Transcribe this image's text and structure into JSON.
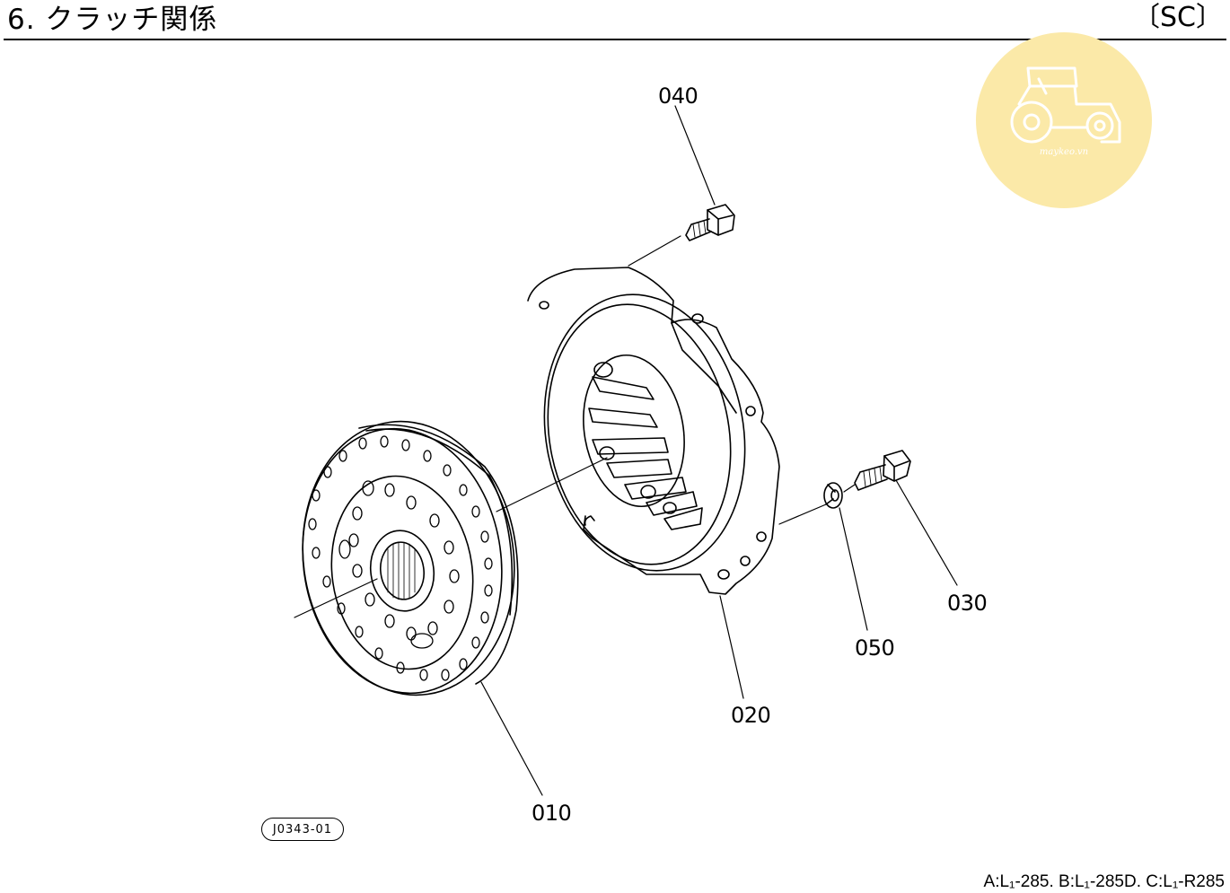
{
  "header": {
    "title": "6. クラッチ関係",
    "section_code": "〔SC〕"
  },
  "parts": [
    {
      "number": "010"
    },
    {
      "number": "020"
    },
    {
      "number": "030"
    },
    {
      "number": "040"
    },
    {
      "number": "050"
    }
  ],
  "drawing_id": "J0343-01",
  "watermark": {
    "text": "maykeo.vn",
    "icon": "tractor-icon",
    "color": "#fbe9a8"
  },
  "model_note": "A:L₁-285. B:L₁-285D. C:L₁-R285"
}
